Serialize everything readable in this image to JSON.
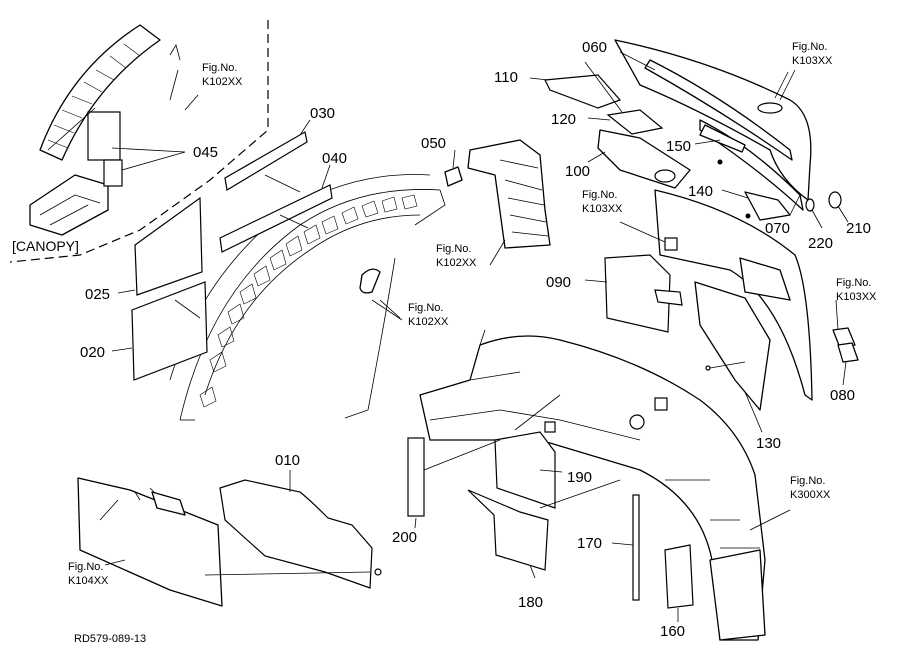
{
  "diagram": {
    "drawing_code": "RD579-089-13",
    "canopy_label": "[CANOPY]",
    "part_numbers": [
      "010",
      "020",
      "025",
      "030",
      "040",
      "045",
      "050",
      "060",
      "070",
      "080",
      "090",
      "100",
      "110",
      "120",
      "130",
      "140",
      "150",
      "160",
      "170",
      "180",
      "190",
      "200",
      "210",
      "220"
    ],
    "figure_refs": {
      "k102_a": [
        "Fig.No.",
        "K102XX"
      ],
      "k102_b": [
        "Fig.No.",
        "K102XX"
      ],
      "k102_c": [
        "Fig.No.",
        "K102XX"
      ],
      "k103_a": [
        "Fig.No.",
        "K103XX"
      ],
      "k103_b": [
        "Fig.No.",
        "K103XX"
      ],
      "k103_c": [
        "Fig.No.",
        "K103XX"
      ],
      "k104": [
        "Fig.No.",
        "K104XX"
      ],
      "k300": [
        "Fig.No.",
        "K300XX"
      ]
    }
  }
}
